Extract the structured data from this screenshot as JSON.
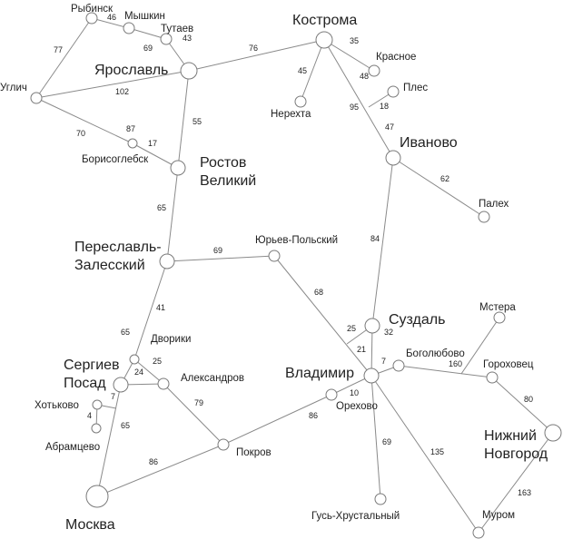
{
  "nodes": [
    {
      "id": "rybinsk",
      "name": [
        "Рыбинск"
      ],
      "size": "small"
    },
    {
      "id": "myshkin",
      "name": [
        "Мышкин"
      ],
      "size": "small"
    },
    {
      "id": "tutaev",
      "name": [
        "Тутаев"
      ],
      "size": "small"
    },
    {
      "id": "yaroslavl",
      "name": [
        "Ярославль"
      ],
      "size": "large"
    },
    {
      "id": "uglich",
      "name": [
        "Углич"
      ],
      "size": "small"
    },
    {
      "id": "borisoglebsk",
      "name": [
        "Борисоглебск"
      ],
      "size": "small"
    },
    {
      "id": "rostov",
      "name": [
        "Ростов",
        "Великий"
      ],
      "size": "large"
    },
    {
      "id": "pereslavl",
      "name": [
        "Переславль-",
        "Залесский"
      ],
      "size": "large"
    },
    {
      "id": "yuryev",
      "name": [
        "Юрьев-Польский"
      ],
      "size": "small"
    },
    {
      "id": "kostroma",
      "name": [
        "Кострома"
      ],
      "size": "large"
    },
    {
      "id": "krasnoe",
      "name": [
        "Красное"
      ],
      "size": "small"
    },
    {
      "id": "nerekhta",
      "name": [
        "Нерехта"
      ],
      "size": "small"
    },
    {
      "id": "ples",
      "name": [
        "Плес"
      ],
      "size": "small"
    },
    {
      "id": "ivanovo",
      "name": [
        "Иваново"
      ],
      "size": "large"
    },
    {
      "id": "palekh",
      "name": [
        "Палех"
      ],
      "size": "small"
    },
    {
      "id": "suzdal",
      "name": [
        "Суздаль"
      ],
      "size": "large"
    },
    {
      "id": "vladimir",
      "name": [
        "Владимир"
      ],
      "size": "large"
    },
    {
      "id": "bogolyubovo",
      "name": [
        "Боголюбово"
      ],
      "size": "small"
    },
    {
      "id": "mstera",
      "name": [
        "Мстера"
      ],
      "size": "small"
    },
    {
      "id": "gorokhovets",
      "name": [
        "Гороховец"
      ],
      "size": "small"
    },
    {
      "id": "nnovgorod",
      "name": [
        "Нижний",
        "Новгород"
      ],
      "size": "large"
    },
    {
      "id": "murom",
      "name": [
        "Муром"
      ],
      "size": "small"
    },
    {
      "id": "gus",
      "name": [
        "Гусь-Хрустальный"
      ],
      "size": "small"
    },
    {
      "id": "orekhovo",
      "name": [
        "Орехово"
      ],
      "size": "small"
    },
    {
      "id": "pokrov",
      "name": [
        "Покров"
      ],
      "size": "small"
    },
    {
      "id": "moscow",
      "name": [
        "Москва"
      ],
      "size": "large"
    },
    {
      "id": "sergiev",
      "name": [
        "Сергиев",
        "Посад"
      ],
      "size": "large"
    },
    {
      "id": "dvoriki",
      "name": [
        "Дворики"
      ],
      "size": "small"
    },
    {
      "id": "aleksandrov",
      "name": [
        "Александров"
      ],
      "size": "small"
    },
    {
      "id": "khotkovo",
      "name": [
        "Хотьково"
      ],
      "size": "small"
    },
    {
      "id": "abramtsevo",
      "name": [
        "Абрамцево"
      ],
      "size": "small"
    }
  ],
  "edges": [
    {
      "from": "rybinsk",
      "to": "myshkin",
      "distance": "46"
    },
    {
      "from": "myshkin",
      "to": "tutaev",
      "distance": "69"
    },
    {
      "from": "tutaev",
      "to": "yaroslavl",
      "distance": "43"
    },
    {
      "from": "yaroslavl",
      "to": "kostroma",
      "distance": "76"
    },
    {
      "from": "uglich",
      "to": "rybinsk",
      "distance": "77"
    },
    {
      "from": "uglich",
      "to": "yaroslavl",
      "distance": "102"
    },
    {
      "from": "uglich",
      "to": "borisoglebsk",
      "distance": "70"
    },
    {
      "from": "borisoglebsk",
      "to": "rostov",
      "distance": "17"
    },
    {
      "from": "borisoglebsk",
      "to": "",
      "distance": "87"
    },
    {
      "from": "yaroslavl",
      "to": "rostov",
      "distance": "55"
    },
    {
      "from": "rostov",
      "to": "pereslavl",
      "distance": "65"
    },
    {
      "from": "pereslavl",
      "to": "yuryev",
      "distance": "69"
    },
    {
      "from": "pereslavl",
      "to": "dvoriki",
      "distance": "41"
    },
    {
      "from": "pereslavl",
      "to": "sergiev",
      "distance": "65"
    },
    {
      "from": "dvoriki",
      "to": "sergiev",
      "distance": "24"
    },
    {
      "from": "dvoriki",
      "to": "aleksandrov",
      "distance": "25"
    },
    {
      "from": "sergiev",
      "to": "aleksandrov",
      "distance": ""
    },
    {
      "from": "sergiev",
      "to": "khotkovo",
      "distance": "7"
    },
    {
      "from": "khotkovo",
      "to": "abramtsevo",
      "distance": "4"
    },
    {
      "from": "sergiev",
      "to": "moscow",
      "distance": "65"
    },
    {
      "from": "aleksandrov",
      "to": "pokrov",
      "distance": "79"
    },
    {
      "from": "moscow",
      "to": "pokrov",
      "distance": "86"
    },
    {
      "from": "pokrov",
      "to": "orekhovo",
      "distance": "86"
    },
    {
      "from": "orekhovo",
      "to": "vladimir",
      "distance": "10"
    },
    {
      "from": "yuryev",
      "to": "vladimir",
      "distance": "68"
    },
    {
      "from": "suzdal",
      "to": "yuryev",
      "distance": "25"
    },
    {
      "from": "suzdal",
      "to": "vladimir",
      "distance": "21"
    },
    {
      "from": "suzdal",
      "to": "vladimir",
      "distance": "32"
    },
    {
      "from": "vladimir",
      "to": "bogolyubovo",
      "distance": "7"
    },
    {
      "from": "bogolyubovo",
      "to": "gorokhovets",
      "distance": "160"
    },
    {
      "from": "mstera",
      "to": "bogolyubovo",
      "distance": ""
    },
    {
      "from": "gorokhovets",
      "to": "nnovgorod",
      "distance": "80"
    },
    {
      "from": "vladimir",
      "to": "gus",
      "distance": "69"
    },
    {
      "from": "vladimir",
      "to": "murom",
      "distance": "135"
    },
    {
      "from": "nnovgorod",
      "to": "murom",
      "distance": "163"
    },
    {
      "from": "ivanovo",
      "to": "suzdal",
      "distance": "84"
    },
    {
      "from": "kostroma",
      "to": "nerekhta",
      "distance": "45"
    },
    {
      "from": "kostroma",
      "to": "krasnoe",
      "distance": "35"
    },
    {
      "from": "kostroma",
      "to": "krasnoe",
      "distance": "48"
    },
    {
      "from": "kostroma",
      "to": "ivanovo",
      "distance": "95"
    },
    {
      "from": "ples",
      "to": "ivanovo",
      "distance": "18"
    },
    {
      "from": "kostroma",
      "to": "ivanovo",
      "distance": "47"
    },
    {
      "from": "ivanovo",
      "to": "palekh",
      "distance": "62"
    }
  ]
}
